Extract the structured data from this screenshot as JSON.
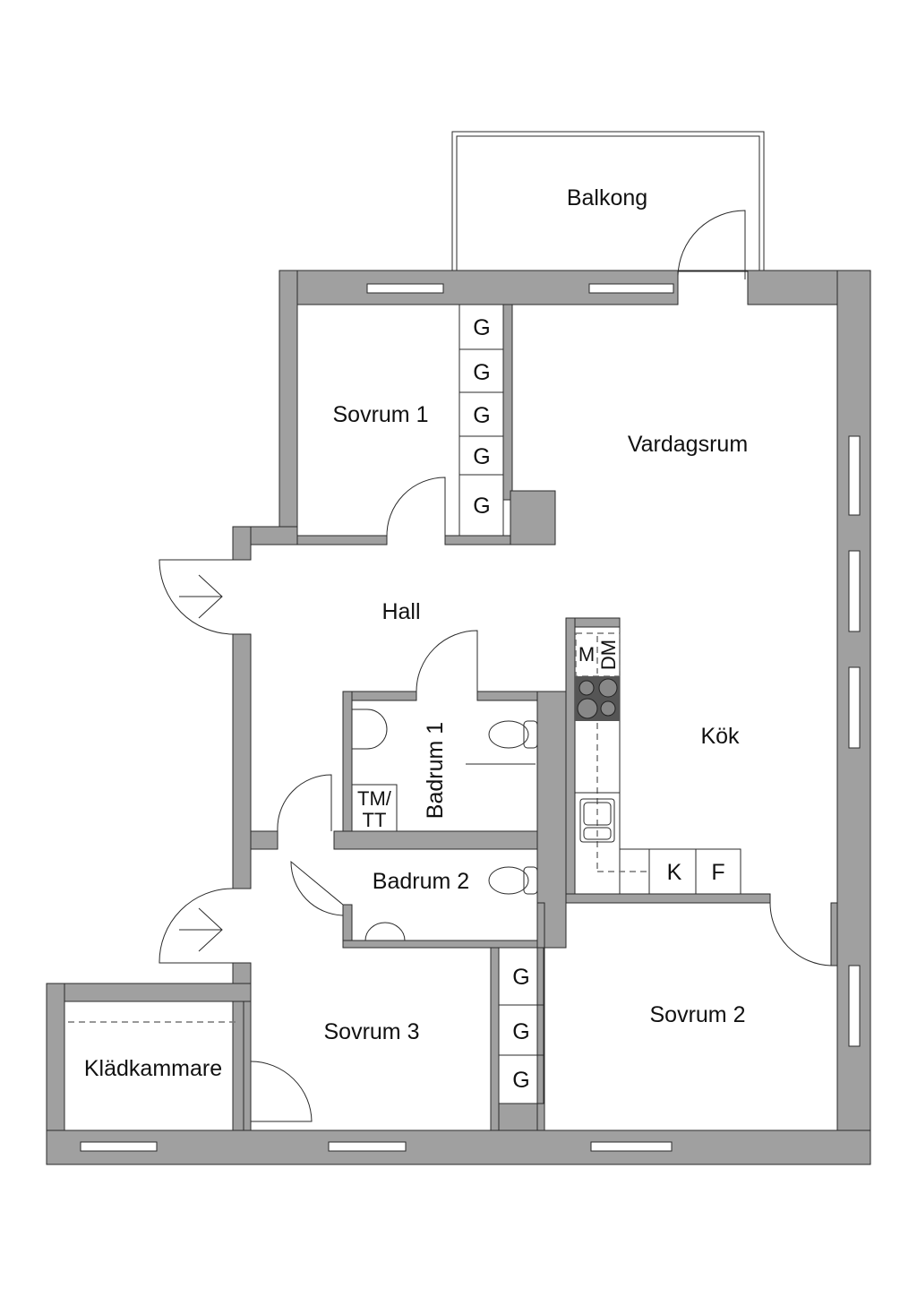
{
  "rooms": {
    "balkong": "Balkong",
    "sovrum1": "Sovrum 1",
    "vardagsrum": "Vardagsrum",
    "hall": "Hall",
    "kok": "Kök",
    "badrum1": "Badrum 1",
    "badrum2": "Badrum 2",
    "sovrum2": "Sovrum 2",
    "sovrum3": "Sovrum 3",
    "kladkammare": "Klädkammare"
  },
  "fixtures": {
    "wardrobe": "G",
    "microwave": "M",
    "dishwasher": "DM",
    "washer_dryer_top": "TM/",
    "washer_dryer_bottom": "TT",
    "freezer": "K",
    "fridge": "F"
  },
  "colors": {
    "wall": "#a0a0a0",
    "stove": "#555555"
  }
}
